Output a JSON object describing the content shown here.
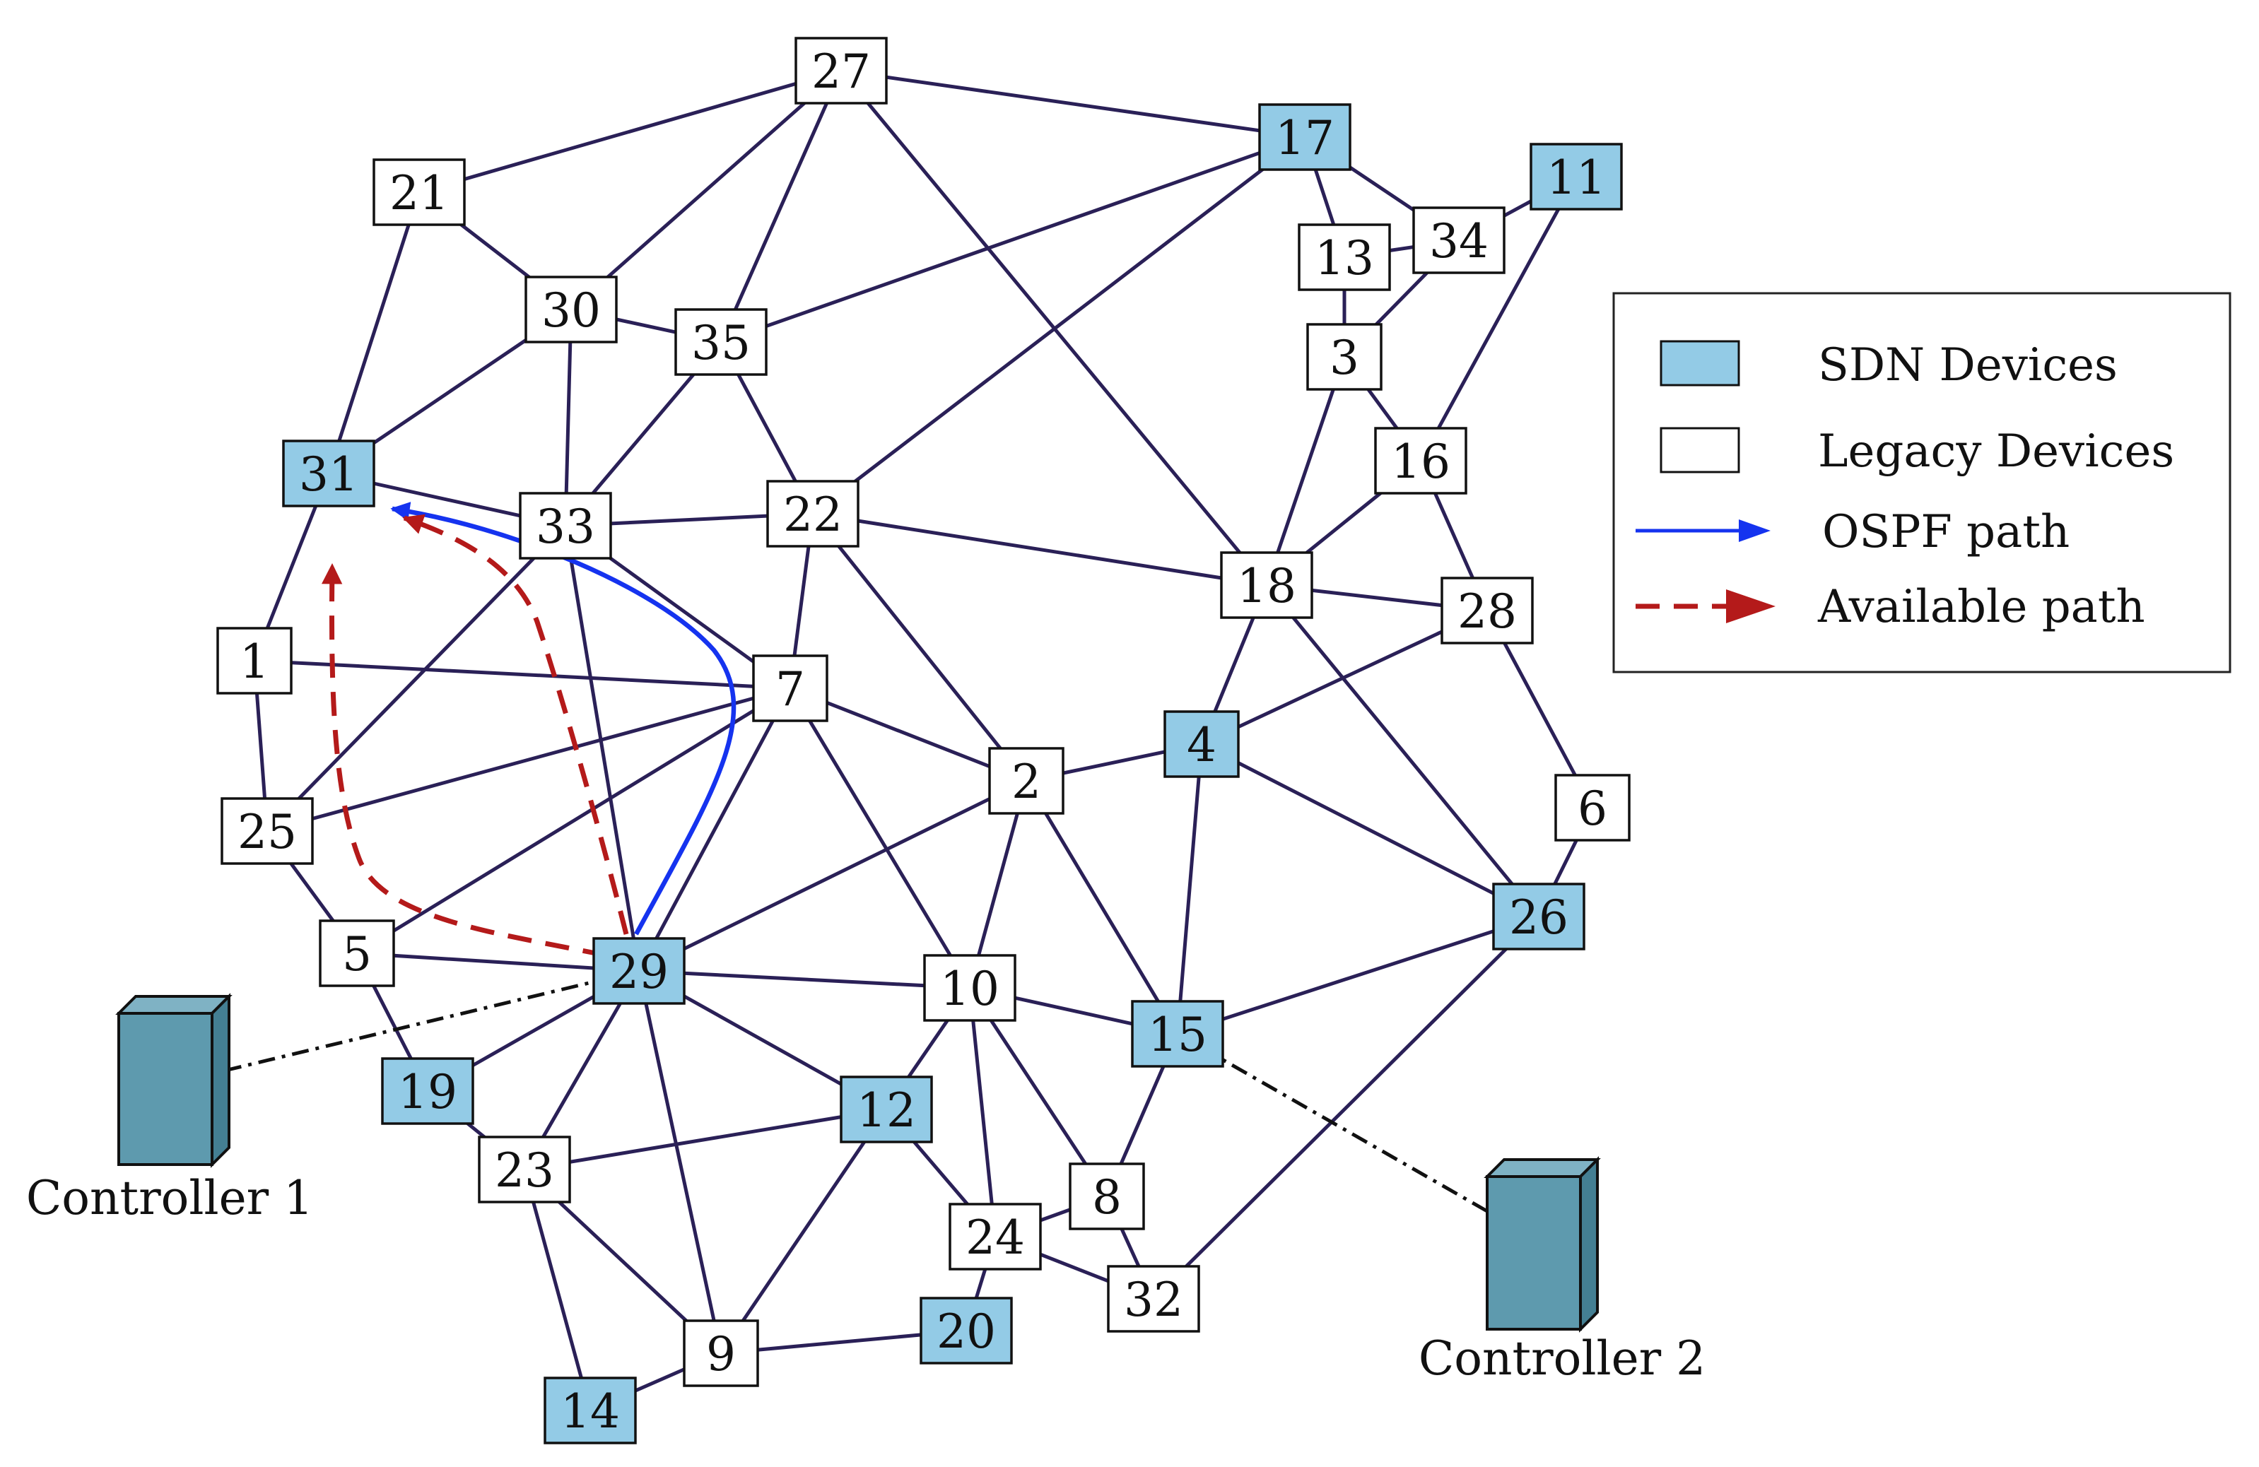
{
  "colors": {
    "sdn_fill": "#93cbe6",
    "legacy_fill": "#ffffff",
    "box_stroke": "#111111",
    "edge": "#2a2057",
    "ospf": "#1533ef",
    "available": "#b41a1a",
    "controller_front": "#5e9aae",
    "controller_top": "#7fb2c4",
    "controller_side": "#447f93",
    "link": "#111111"
  },
  "legend": {
    "sdn_label": "SDN Devices",
    "legacy_label": "Legacy Devices",
    "ospf_label": "OSPF path",
    "available_label": "Available path"
  },
  "nodes": [
    {
      "id": "27",
      "type": "legacy"
    },
    {
      "id": "17",
      "type": "sdn"
    },
    {
      "id": "11",
      "type": "sdn"
    },
    {
      "id": "21",
      "type": "legacy"
    },
    {
      "id": "34",
      "type": "legacy"
    },
    {
      "id": "13",
      "type": "legacy"
    },
    {
      "id": "30",
      "type": "legacy"
    },
    {
      "id": "35",
      "type": "legacy"
    },
    {
      "id": "3",
      "type": "legacy"
    },
    {
      "id": "31",
      "type": "sdn"
    },
    {
      "id": "16",
      "type": "legacy"
    },
    {
      "id": "33",
      "type": "legacy"
    },
    {
      "id": "22",
      "type": "legacy"
    },
    {
      "id": "18",
      "type": "legacy"
    },
    {
      "id": "28",
      "type": "legacy"
    },
    {
      "id": "1",
      "type": "legacy"
    },
    {
      "id": "7",
      "type": "legacy"
    },
    {
      "id": "4",
      "type": "sdn"
    },
    {
      "id": "2",
      "type": "legacy"
    },
    {
      "id": "6",
      "type": "legacy"
    },
    {
      "id": "25",
      "type": "legacy"
    },
    {
      "id": "26",
      "type": "sdn"
    },
    {
      "id": "5",
      "type": "legacy"
    },
    {
      "id": "29",
      "type": "sdn"
    },
    {
      "id": "10",
      "type": "legacy"
    },
    {
      "id": "15",
      "type": "sdn"
    },
    {
      "id": "19",
      "type": "sdn"
    },
    {
      "id": "12",
      "type": "sdn"
    },
    {
      "id": "23",
      "type": "legacy"
    },
    {
      "id": "8",
      "type": "legacy"
    },
    {
      "id": "24",
      "type": "legacy"
    },
    {
      "id": "32",
      "type": "legacy"
    },
    {
      "id": "20",
      "type": "sdn"
    },
    {
      "id": "9",
      "type": "legacy"
    },
    {
      "id": "14",
      "type": "sdn"
    }
  ],
  "edges": [
    [
      "21",
      "27"
    ],
    [
      "27",
      "30"
    ],
    [
      "27",
      "35"
    ],
    [
      "27",
      "17"
    ],
    [
      "27",
      "18"
    ],
    [
      "21",
      "30"
    ],
    [
      "21",
      "31"
    ],
    [
      "17",
      "13"
    ],
    [
      "17",
      "34"
    ],
    [
      "17",
      "35"
    ],
    [
      "17",
      "22"
    ],
    [
      "13",
      "34"
    ],
    [
      "13",
      "3"
    ],
    [
      "34",
      "11"
    ],
    [
      "34",
      "3"
    ],
    [
      "11",
      "16"
    ],
    [
      "30",
      "35"
    ],
    [
      "30",
      "31"
    ],
    [
      "30",
      "33"
    ],
    [
      "35",
      "33"
    ],
    [
      "35",
      "22"
    ],
    [
      "3",
      "16"
    ],
    [
      "3",
      "18"
    ],
    [
      "16",
      "18"
    ],
    [
      "16",
      "28"
    ],
    [
      "31",
      "1"
    ],
    [
      "31",
      "33"
    ],
    [
      "33",
      "22"
    ],
    [
      "33",
      "7"
    ],
    [
      "33",
      "25"
    ],
    [
      "33",
      "29"
    ],
    [
      "22",
      "18"
    ],
    [
      "22",
      "7"
    ],
    [
      "22",
      "2"
    ],
    [
      "18",
      "28"
    ],
    [
      "18",
      "4"
    ],
    [
      "18",
      "26"
    ],
    [
      "1",
      "25"
    ],
    [
      "1",
      "7"
    ],
    [
      "28",
      "4"
    ],
    [
      "28",
      "6"
    ],
    [
      "6",
      "26"
    ],
    [
      "7",
      "25"
    ],
    [
      "7",
      "5"
    ],
    [
      "7",
      "2"
    ],
    [
      "7",
      "29"
    ],
    [
      "7",
      "10"
    ],
    [
      "2",
      "4"
    ],
    [
      "2",
      "29"
    ],
    [
      "2",
      "10"
    ],
    [
      "2",
      "15"
    ],
    [
      "4",
      "26"
    ],
    [
      "4",
      "15"
    ],
    [
      "25",
      "5"
    ],
    [
      "5",
      "29"
    ],
    [
      "5",
      "19"
    ],
    [
      "29",
      "10"
    ],
    [
      "29",
      "19"
    ],
    [
      "29",
      "12"
    ],
    [
      "29",
      "23"
    ],
    [
      "29",
      "9"
    ],
    [
      "10",
      "15"
    ],
    [
      "10",
      "12"
    ],
    [
      "10",
      "24"
    ],
    [
      "10",
      "8"
    ],
    [
      "15",
      "26"
    ],
    [
      "15",
      "8"
    ],
    [
      "26",
      "32"
    ],
    [
      "19",
      "23"
    ],
    [
      "23",
      "12"
    ],
    [
      "23",
      "9"
    ],
    [
      "23",
      "14"
    ],
    [
      "12",
      "24"
    ],
    [
      "12",
      "9"
    ],
    [
      "8",
      "24"
    ],
    [
      "8",
      "32"
    ],
    [
      "24",
      "32"
    ],
    [
      "24",
      "20"
    ],
    [
      "20",
      "9"
    ],
    [
      "9",
      "14"
    ]
  ],
  "controllers": [
    {
      "id": "c1",
      "label": "Controller 1",
      "attached_to": "29"
    },
    {
      "id": "c2",
      "label": "Controller  2",
      "attached_to": "15"
    }
  ],
  "paths": {
    "ospf": [
      "29",
      "7",
      "31"
    ],
    "available": [
      [
        "29",
        "5",
        "31"
      ],
      [
        "29",
        "33",
        "31"
      ]
    ]
  }
}
